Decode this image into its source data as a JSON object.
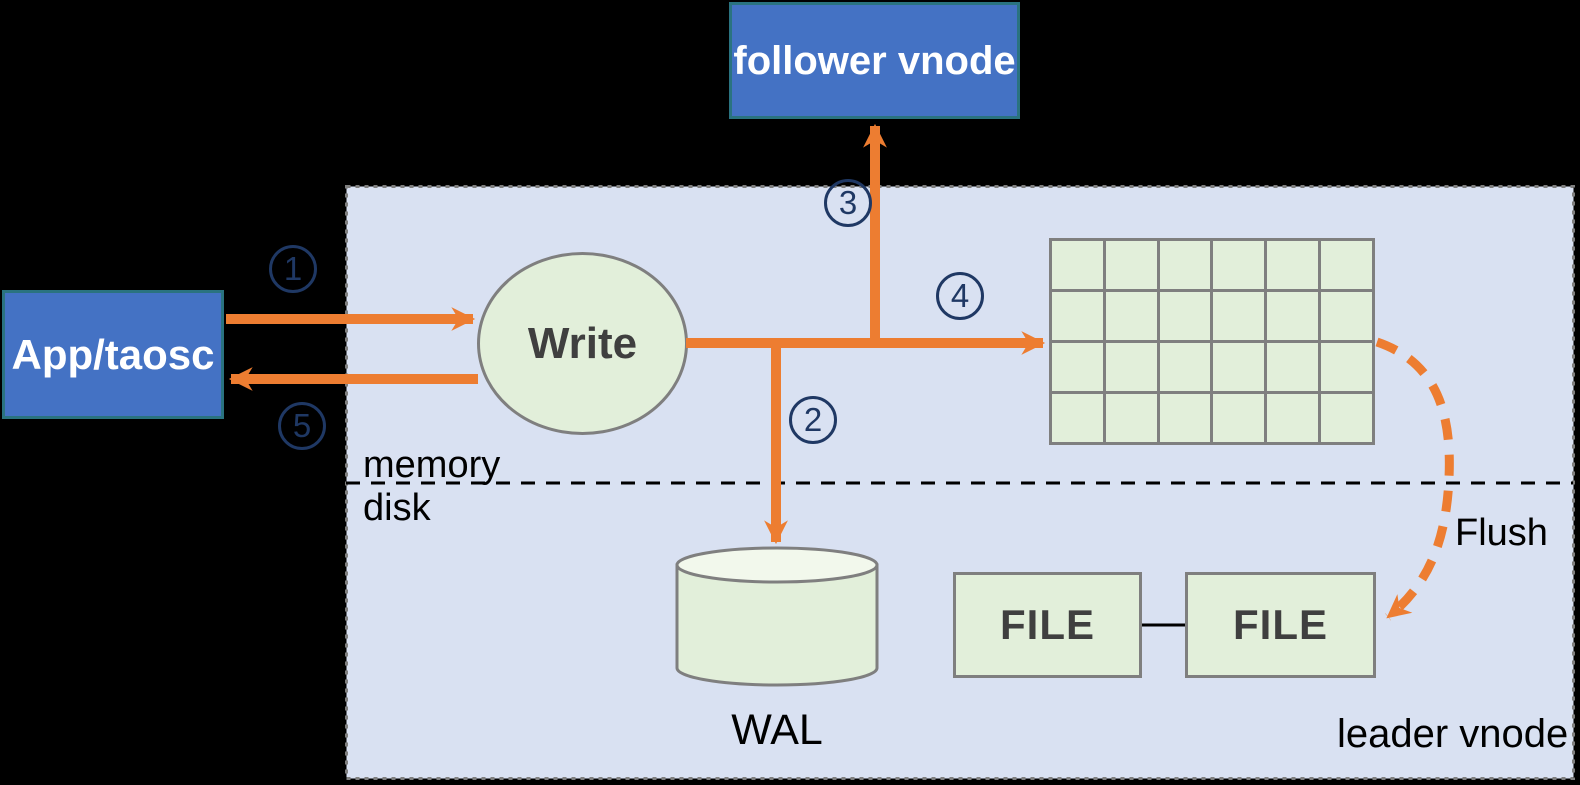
{
  "labels": {
    "follower_vnode": "follower vnode",
    "app": "App/taosc",
    "write": "Write",
    "wal": "WAL",
    "file": "FILE",
    "memory": "memory",
    "disk": "disk",
    "flush": "Flush",
    "leader_vnode": "leader vnode"
  },
  "steps": {
    "s1": "1",
    "s2": "2",
    "s3": "3",
    "s4": "4",
    "s5": "5"
  },
  "memtable_grid": {
    "rows": 4,
    "cols": 6
  },
  "colors": {
    "background": "#000000",
    "leader_region_fill": "#D9E1F2",
    "node_blue_fill": "#4472C4",
    "node_blue_border": "#2A7380",
    "shape_green_fill": "#E2EFDA",
    "cylinder_top_fill": "#F2F8EC",
    "shape_border_gray": "#7F7F7F",
    "arrow_orange": "#ED7D31",
    "step_circle_navy": "#1F3864"
  }
}
